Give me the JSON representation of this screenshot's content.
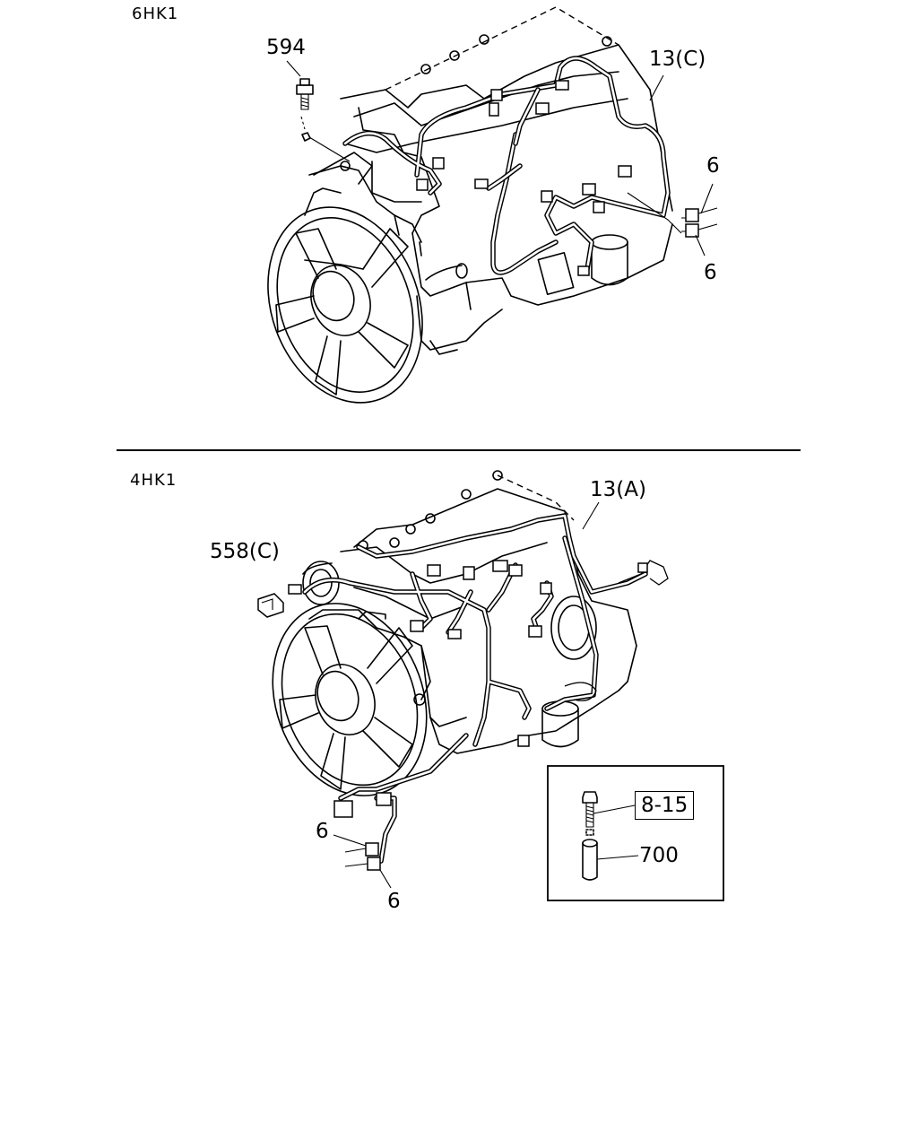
{
  "top_section": {
    "title": "6HK1",
    "callouts": {
      "bolt": "594",
      "harness": "13(C)",
      "clip_upper": "6",
      "clip_lower": "6"
    }
  },
  "bottom_section": {
    "title": "4HK1",
    "callouts": {
      "connector": "558(C)",
      "harness": "13(A)",
      "clip_upper": "6",
      "clip_lower": "6"
    }
  },
  "detail_box": {
    "ref_label": "8-15",
    "part_label": "700"
  }
}
